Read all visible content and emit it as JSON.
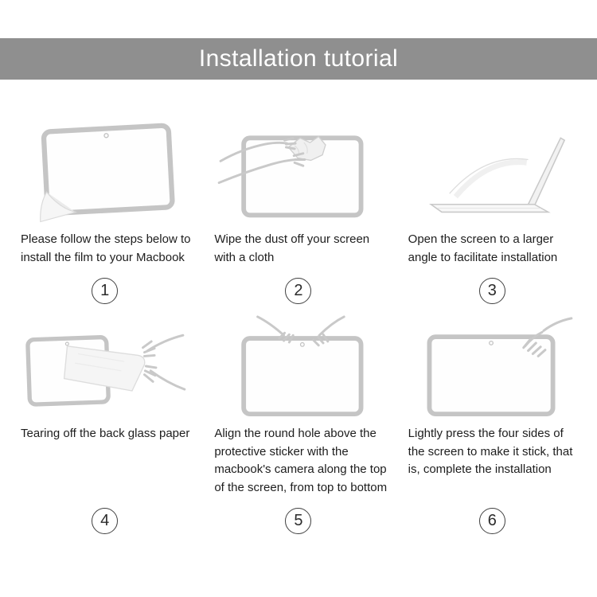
{
  "header": {
    "title": "Installation tutorial",
    "background_color": "#8f8f8f",
    "text_color": "#ffffff"
  },
  "palette": {
    "illustration_line_gray": "#c5c5c5",
    "caption_text": "#1d1d1d",
    "badge_border": "#404040"
  },
  "steps": [
    {
      "number": "1",
      "caption": "Please follow the steps below to install the film to your Macbook",
      "illustration": "macbook-screen-with-film-peeling-corner"
    },
    {
      "number": "2",
      "caption": "Wipe the dust off your screen with a cloth",
      "illustration": "hands-wiping-screen-with-cloth"
    },
    {
      "number": "3",
      "caption": "Open the screen to a larger angle to facilitate installation",
      "illustration": "laptop-opened-to-wide-angle"
    },
    {
      "number": "4",
      "caption": "Tearing off the back glass paper",
      "illustration": "hands-tearing-off-back-paper"
    },
    {
      "number": "5",
      "caption": "Align the round hole above the protective sticker with the macbook's camera along the top of the screen, from top to bottom",
      "illustration": "hands-aligning-film-with-camera"
    },
    {
      "number": "6",
      "caption": "Lightly press the four sides of the screen to make it stick, that is, complete the installation",
      "illustration": "hand-pressing-screen-sides"
    }
  ]
}
